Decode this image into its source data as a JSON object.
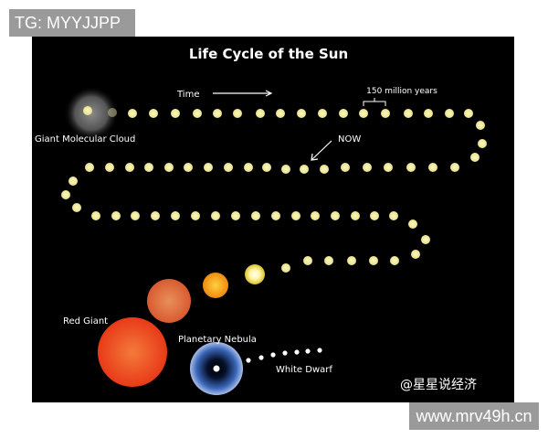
{
  "watermarks": {
    "top_left": "TG: MYYJJPP",
    "bottom_right": "www.mrv49h.cn",
    "corner_credit": "@星星说经济"
  },
  "diagram": {
    "title": "Life Cycle of the Sun",
    "time_label": "Time",
    "interval_label": "150 million years",
    "start_label": "Giant Molecular  Cloud",
    "now_label": "NOW",
    "stages": {
      "red_giant": "Red Giant",
      "planetary_nebula": "Planetary Nebula",
      "white_dwarf": "White Dwarf"
    },
    "colors": {
      "background": "#000000",
      "main_sequence": "#f3f0a0",
      "orange_star": "#f7a21b",
      "red_giant": "#ef4a1e",
      "nebula": "#3a5da8",
      "white_dwarf": "#ffffff"
    }
  }
}
